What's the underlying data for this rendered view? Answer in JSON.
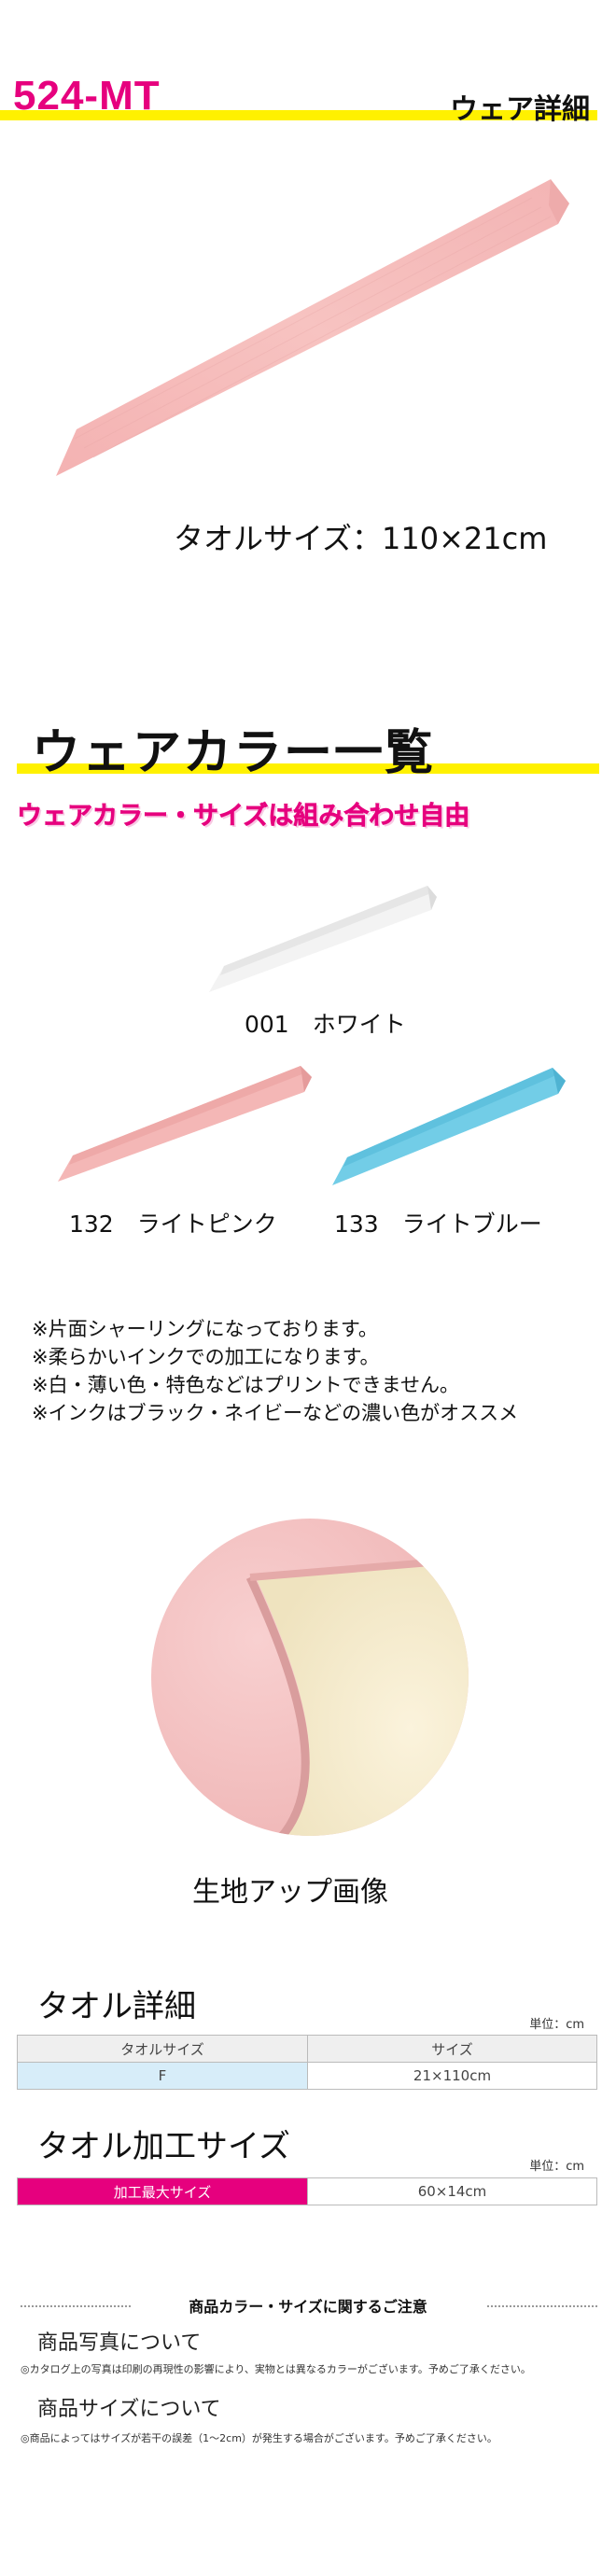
{
  "header": {
    "product_code": "524-MT",
    "section_title": "ウェア詳細"
  },
  "main_product": {
    "size_caption": "タオルサイズ：110×21cm"
  },
  "colors_section": {
    "title": "ウェアカラー一覧",
    "subtitle": "ウェアカラー・サイズは組み合わせ自由",
    "items": [
      {
        "label": "001　ホワイト",
        "color": "#f4f4f4"
      },
      {
        "label": "132　ライトピンク",
        "color": "#f3b7b7"
      },
      {
        "label": "133　ライトブルー",
        "color": "#6fcbe6"
      }
    ]
  },
  "notes": [
    "※片面シャーリングになっております。",
    "※柔らかいインクでの加工になります。",
    "※白・薄い色・特色などはプリントできません。",
    "※インクはブラック・ネイビーなどの濃い色がオススメ"
  ],
  "fabric": {
    "caption": "生地アップ画像"
  },
  "towel_detail": {
    "title": "タオル詳細",
    "unit": "単位：cm",
    "headers": [
      "タオルサイズ",
      "サイズ"
    ],
    "row": [
      "F",
      "21×110cm"
    ]
  },
  "towel_print": {
    "title": "タオル加工サイズ",
    "unit": "単位：cm",
    "label": "加工最大サイズ",
    "value": "60×14cm"
  },
  "caution": {
    "title": "商品カラー・サイズに関するご注意",
    "photo_heading": "商品写真について",
    "photo_text": "◎カタログ上の写真は印刷の再現性の影響により、実物とは異なるカラーがございます。予めご了承ください。",
    "size_heading": "商品サイズについて",
    "size_text": "◎商品によってはサイズが若干の誤差（1〜2cm）が発生する場合がございます。予めご了承ください。"
  },
  "theme": {
    "yellow": "#fff100",
    "magenta": "#e6007e",
    "light_blue_cell": "#d7edf9",
    "gray_cell": "#efefef"
  }
}
